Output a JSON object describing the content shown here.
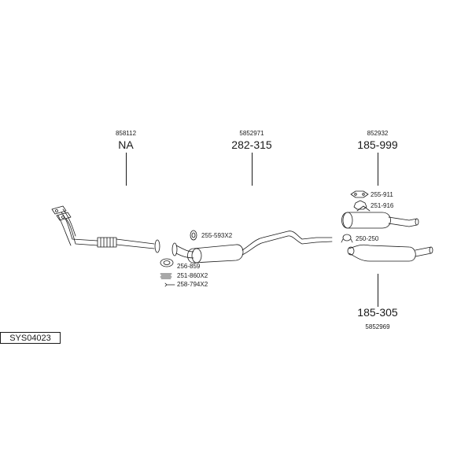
{
  "diagram_id": "SYS04023",
  "groups": [
    {
      "ref": "858112",
      "part": "NA"
    },
    {
      "ref": "5852971",
      "part": "282-315"
    },
    {
      "ref": "852932",
      "part": "185-999"
    },
    {
      "ref": "5852969",
      "part": "185-305"
    }
  ],
  "callouts": [
    "255-593X2",
    "256-859",
    "251-860X2",
    "258-794X2",
    "255-911",
    "251-916",
    "250-250"
  ]
}
